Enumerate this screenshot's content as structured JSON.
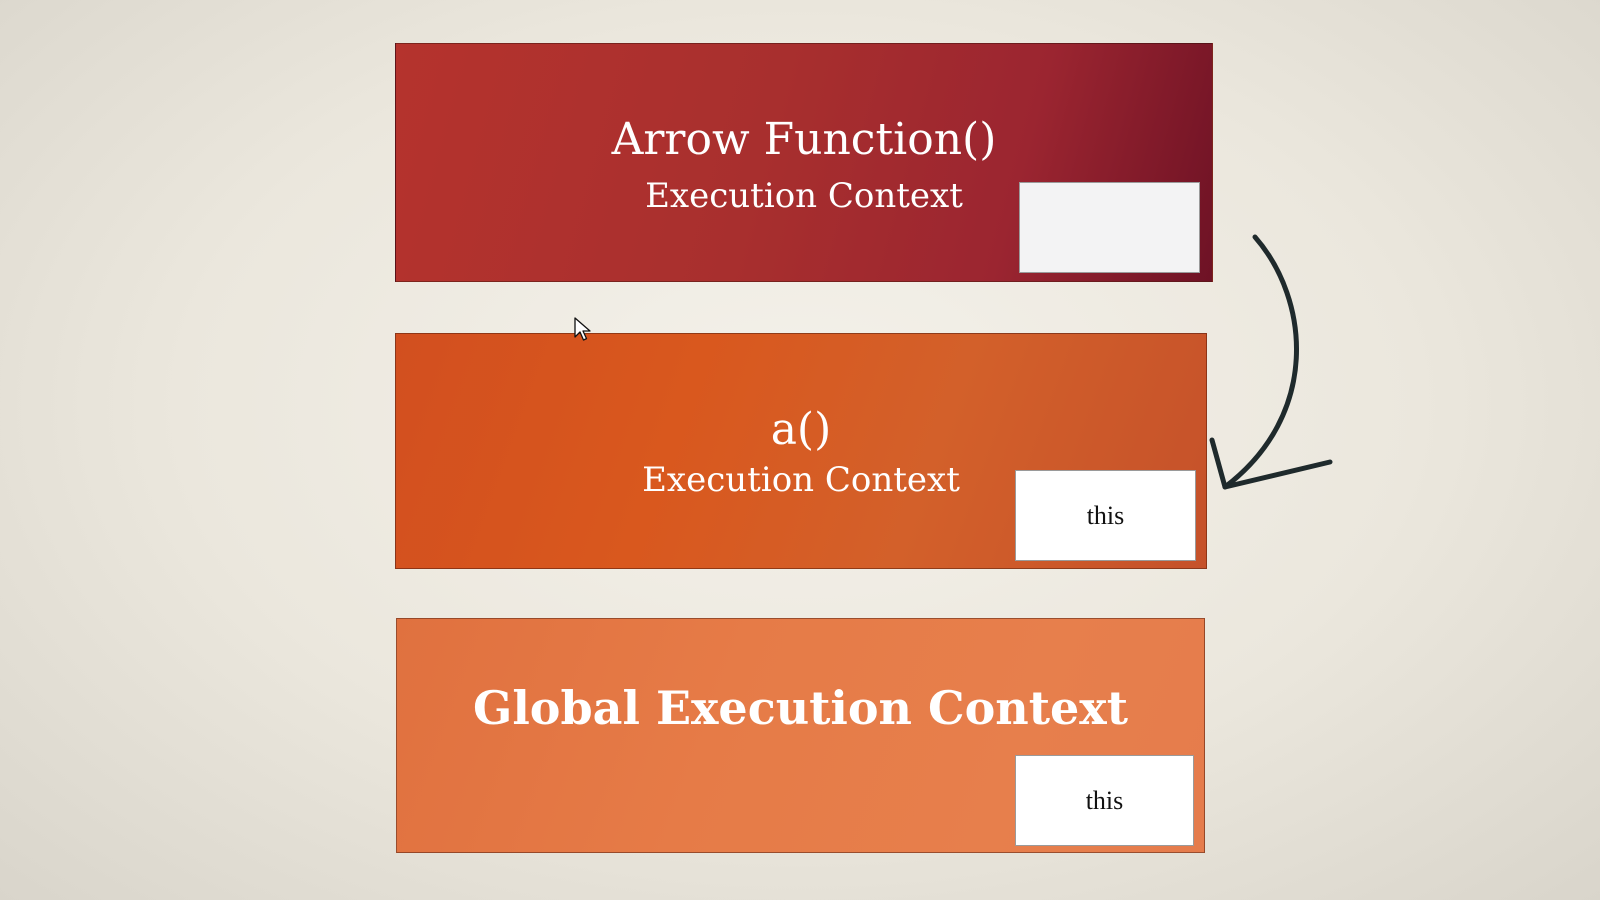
{
  "contexts": {
    "arrow": {
      "title": "Arrow Function()",
      "subtitle": "Execution Context",
      "this_label": ""
    },
    "a": {
      "title": "a()",
      "subtitle": "Execution Context",
      "this_label": "this"
    },
    "global": {
      "title": "Global Execution Context",
      "this_label": "this"
    }
  },
  "colors": {
    "arrow_box": "#a82f2e",
    "a_box": "#d9581e",
    "global_box": "#e67b47",
    "flow_arrow": "#1f2a2c",
    "background": "#ebe7dd"
  },
  "icons": {
    "cursor": "mouse-pointer-icon",
    "flow": "curved-arrow-icon"
  }
}
